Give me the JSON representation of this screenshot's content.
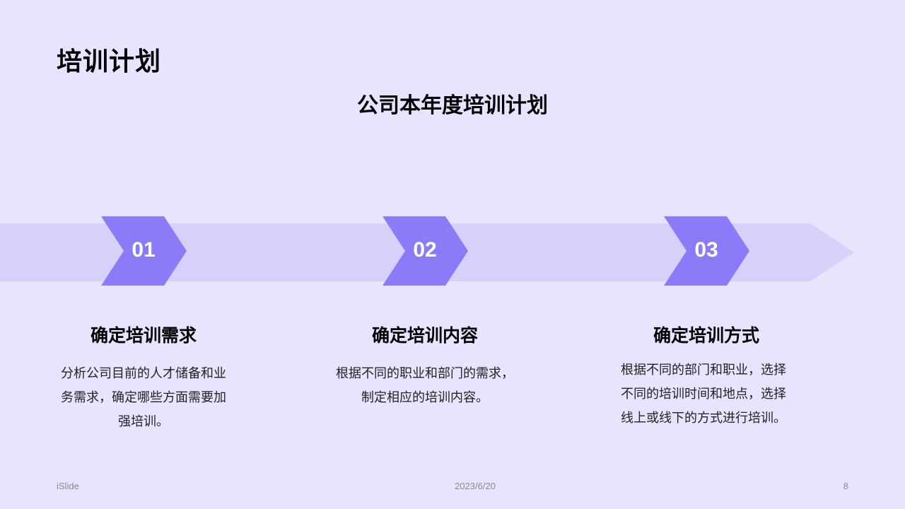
{
  "page": {
    "title": "培训计划",
    "subtitle": "公司本年度培训计划"
  },
  "colors": {
    "background": "#e7e4ff",
    "band": "#d6d1fb",
    "chevron": "#8b7bf9"
  },
  "steps": [
    {
      "number": "01",
      "title": "确定培训需求",
      "desc_lines": [
        "分析公司目前的人才储备和业",
        "务需求，确定哪些方面需要加",
        "强培训。"
      ]
    },
    {
      "number": "02",
      "title": "确定培训内容",
      "desc_lines": [
        "根据不同的职业和部门的需求，",
        "制定相应的培训内容。"
      ]
    },
    {
      "number": "03",
      "title": "确定培训方式",
      "desc_lines": [
        "根据不同的部门和职业，选择",
        "不同的培训时间和地点，选择",
        "线上或线下的方式进行培训。"
      ]
    }
  ],
  "footer": {
    "brand": "iSlide",
    "date": "2023/6/20",
    "page_number": "8"
  }
}
